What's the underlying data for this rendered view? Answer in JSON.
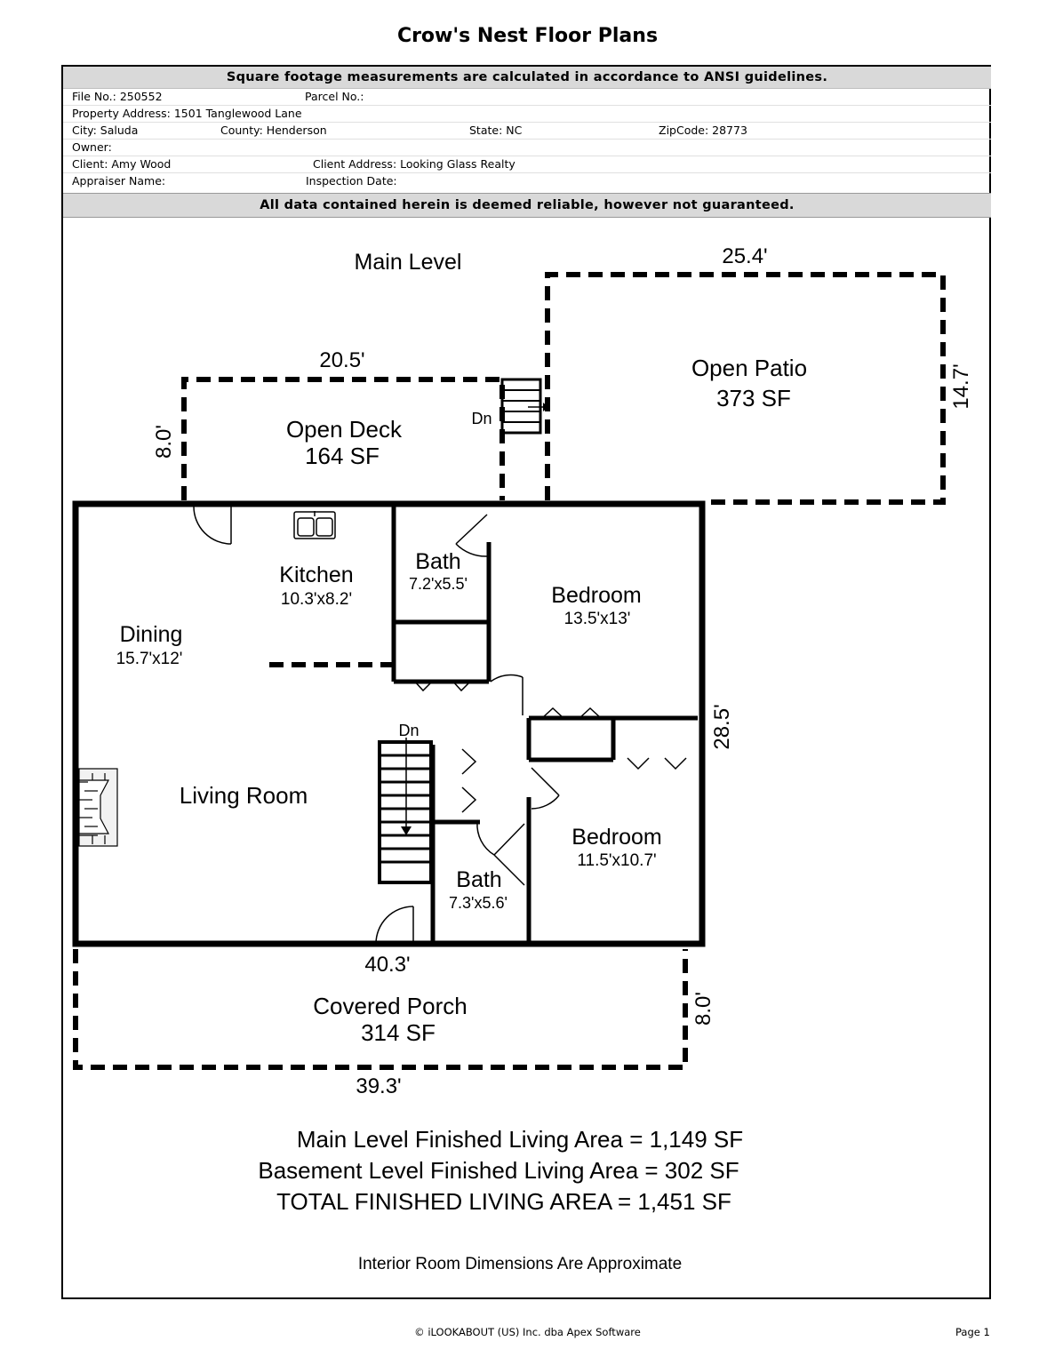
{
  "title": "Crow's Nest Floor Plans",
  "header": {
    "ansi_notice": "Square footage measurements are calculated in accordance to ANSI guidelines.",
    "disclaimer": "All data contained herein is deemed reliable, however not guaranteed.",
    "file_no": "File No.: 250552",
    "parcel_no": "Parcel No.:",
    "property_address": "Property Address: 1501 Tanglewood Lane",
    "city": "City: Saluda",
    "county": "County: Henderson",
    "state": "State: NC",
    "zipcode": "ZipCode: 28773",
    "owner": "Owner:",
    "client": "Client: Amy Wood",
    "client_address": "Client Address: Looking Glass Realty",
    "appraiser": "Appraiser Name:",
    "inspection_date": "Inspection Date:"
  },
  "plan": {
    "level_title": "Main Level",
    "patio": {
      "name": "Open Patio",
      "area": "373 SF",
      "width": "25.4'",
      "depth": "14.7'"
    },
    "deck": {
      "name": "Open Deck",
      "area": "164 SF",
      "width": "20.5'",
      "depth": "8.0'"
    },
    "stairs_down_label": "Dn",
    "kitchen": {
      "name": "Kitchen",
      "dims": "10.3'x8.2'"
    },
    "dining": {
      "name": "Dining",
      "dims": "15.7'x12'"
    },
    "bath1": {
      "name": "Bath",
      "dims": "7.2'x5.5'"
    },
    "bedroom1": {
      "name": "Bedroom",
      "dims": "13.5'x13'"
    },
    "living": {
      "name": "Living Room"
    },
    "bedroom2": {
      "name": "Bedroom",
      "dims": "11.5'x10.7'"
    },
    "bath2": {
      "name": "Bath",
      "dims": "7.3'x5.6'"
    },
    "house_depth": "28.5'",
    "house_width": "40.3'",
    "porch": {
      "name": "Covered Porch",
      "area": "314 SF",
      "width": "39.3'",
      "depth": "8.0'"
    }
  },
  "summary": {
    "main": "Main Level Finished Living Area = 1,149 SF",
    "basement": "Basement Level Finished Living Area = 302 SF",
    "total": "TOTAL FINISHED LIVING AREA = 1,451 SF",
    "note": "Interior Room Dimensions Are Approximate"
  },
  "footer": {
    "copyright": "© iLOOKABOUT (US) Inc. dba Apex Software",
    "page": "Page 1"
  }
}
